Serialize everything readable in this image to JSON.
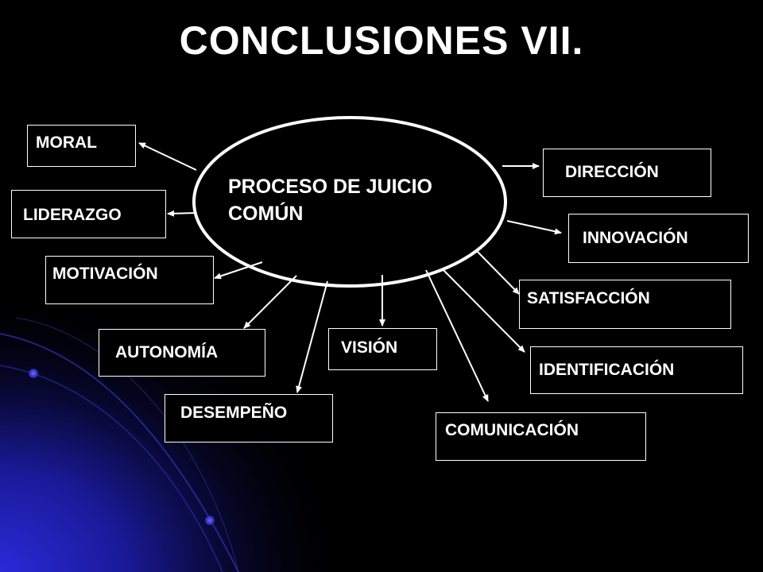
{
  "slide": {
    "title": "CONCLUSIONES VII.",
    "center_node": {
      "line1": "PROCESO DE JUICIO",
      "line2": "COMÚN"
    },
    "nodes": {
      "moral": "MORAL",
      "liderazgo": "LIDERAZGO",
      "motivacion": "MOTIVACIÓN",
      "autonomia": "AUTONOMÍA",
      "desempeno": "DESEMPEÑO",
      "vision": "VISIÓN",
      "comunicacion": "COMUNICACIÓN",
      "identificacion": "IDENTIFICACIÓN",
      "satisfaccion": "SATISFACCIÓN",
      "innovacion": "INNOVACIÓN",
      "direccion": "DIRECCIÓN"
    }
  },
  "colors": {
    "background": "#000000",
    "text": "#ffffff",
    "accent_blue": "#1a1aa8"
  }
}
